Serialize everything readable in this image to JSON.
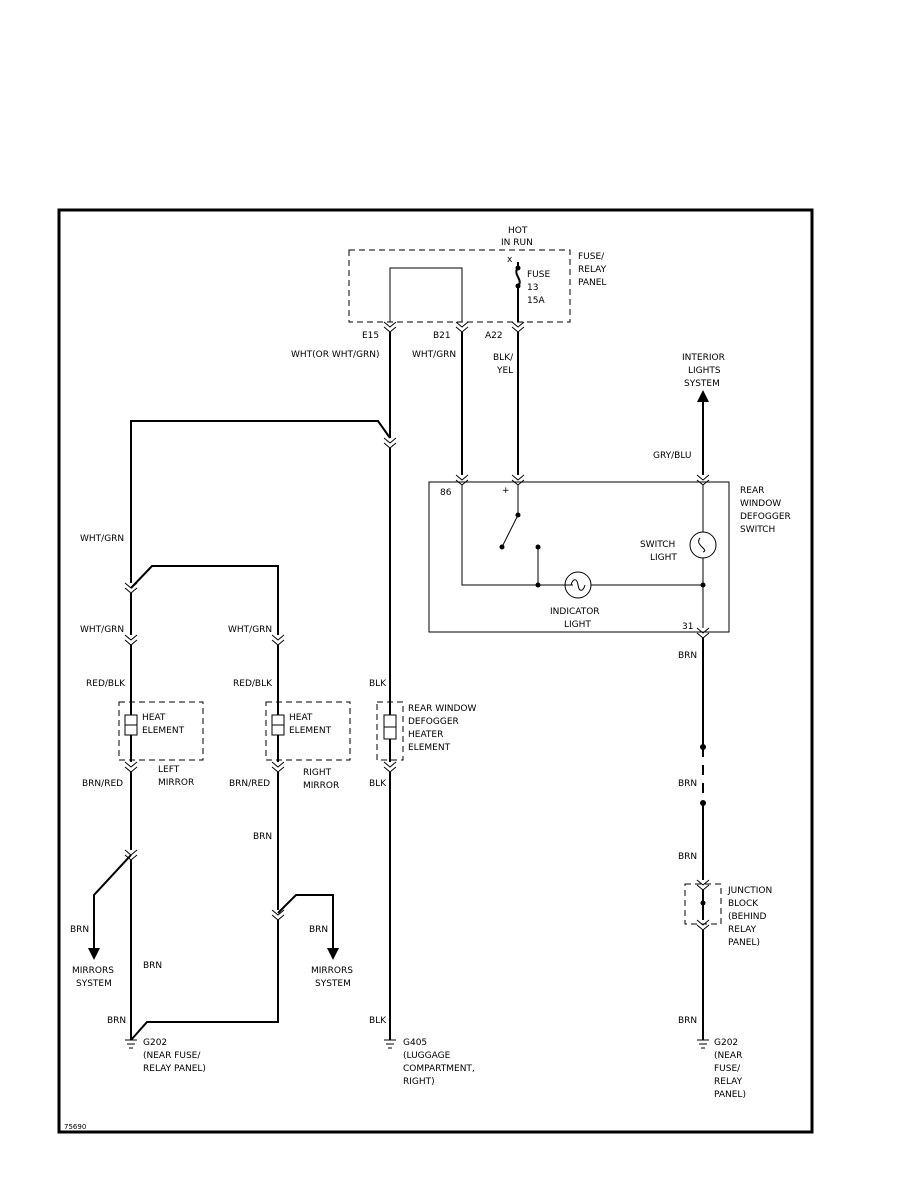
{
  "labels": {
    "hot_in_run_1": "HOT",
    "hot_in_run_2": "IN RUN",
    "fuse_panel_1": "FUSE/",
    "fuse_panel_2": "RELAY",
    "fuse_panel_3": "PANEL",
    "fuse_1": "FUSE",
    "fuse_2": "13",
    "fuse_3": "15A",
    "pin_e15": "E15",
    "pin_b21": "B21",
    "pin_a22": "A22",
    "wire_wht_or": "WHT(OR WHT/GRN)",
    "wire_wht_grn_top": "WHT/GRN",
    "wire_blk_yel_1": "BLK/",
    "wire_blk_yel_2": "YEL",
    "interior_1": "INTERIOR",
    "interior_2": "LIGHTS",
    "interior_3": "SYSTEM",
    "wire_gry_blu": "GRY/BLU",
    "switch_title_1": "REAR",
    "switch_title_2": "WINDOW",
    "switch_title_3": "DEFOGGER",
    "switch_title_4": "SWITCH",
    "pin_86": "86",
    "pin_plus": "+",
    "switch_light_1": "SWITCH",
    "switch_light_2": "LIGHT",
    "indicator_1": "INDICATOR",
    "indicator_2": "LIGHT",
    "pin_31": "31",
    "wire_wht_grn_left": "WHT/GRN",
    "wire_wht_grn_left2": "WHT/GRN",
    "wire_wht_grn_mid": "WHT/GRN",
    "wire_red_blk_left": "RED/BLK",
    "wire_red_blk_mid": "RED/BLK",
    "wire_blk_a": "BLK",
    "heat_el_l_1": "HEAT",
    "heat_el_l_2": "ELEMENT",
    "heat_el_r_1": "HEAT",
    "heat_el_r_2": "ELEMENT",
    "rear_heater_1": "REAR WINDOW",
    "rear_heater_2": "DEFOGGER",
    "rear_heater_3": "HEATER",
    "rear_heater_4": "ELEMENT",
    "left_mirror_1": "LEFT",
    "left_mirror_2": "MIRROR",
    "right_mirror_1": "RIGHT",
    "right_mirror_2": "MIRROR",
    "wire_brn_red_left": "BRN/RED",
    "wire_brn_red_mid": "BRN/RED",
    "wire_blk_b": "BLK",
    "wire_brn_1": "BRN",
    "wire_brn_2": "BRN",
    "wire_brn_3": "BRN",
    "wire_brn_mid": "BRN",
    "wire_brn_left_arrow": "BRN",
    "wire_brn_mid_arrow": "BRN",
    "wire_brn_left_run": "BRN",
    "mirrors_l_1": "MIRRORS",
    "mirrors_l_2": "SYSTEM",
    "mirrors_r_1": "MIRRORS",
    "mirrors_r_2": "SYSTEM",
    "junction_1": "JUNCTION",
    "junction_2": "BLOCK",
    "junction_3": "(BEHIND",
    "junction_4": "RELAY",
    "junction_5": "PANEL)",
    "wire_brn_left_bot": "BRN",
    "wire_blk_bot": "BLK",
    "wire_brn_right_bot": "BRN",
    "g202_l_1": "G202",
    "g202_l_2": "(NEAR FUSE/",
    "g202_l_3": "RELAY PANEL)",
    "g405_1": "G405",
    "g405_2": "(LUGGAGE",
    "g405_3": "COMPARTMENT,",
    "g405_4": "RIGHT)",
    "g202_r_1": "G202",
    "g202_r_2": "(NEAR",
    "g202_r_3": "FUSE/",
    "g202_r_4": "RELAY",
    "g202_r_5": "PANEL)",
    "drawing_id": "75690"
  }
}
